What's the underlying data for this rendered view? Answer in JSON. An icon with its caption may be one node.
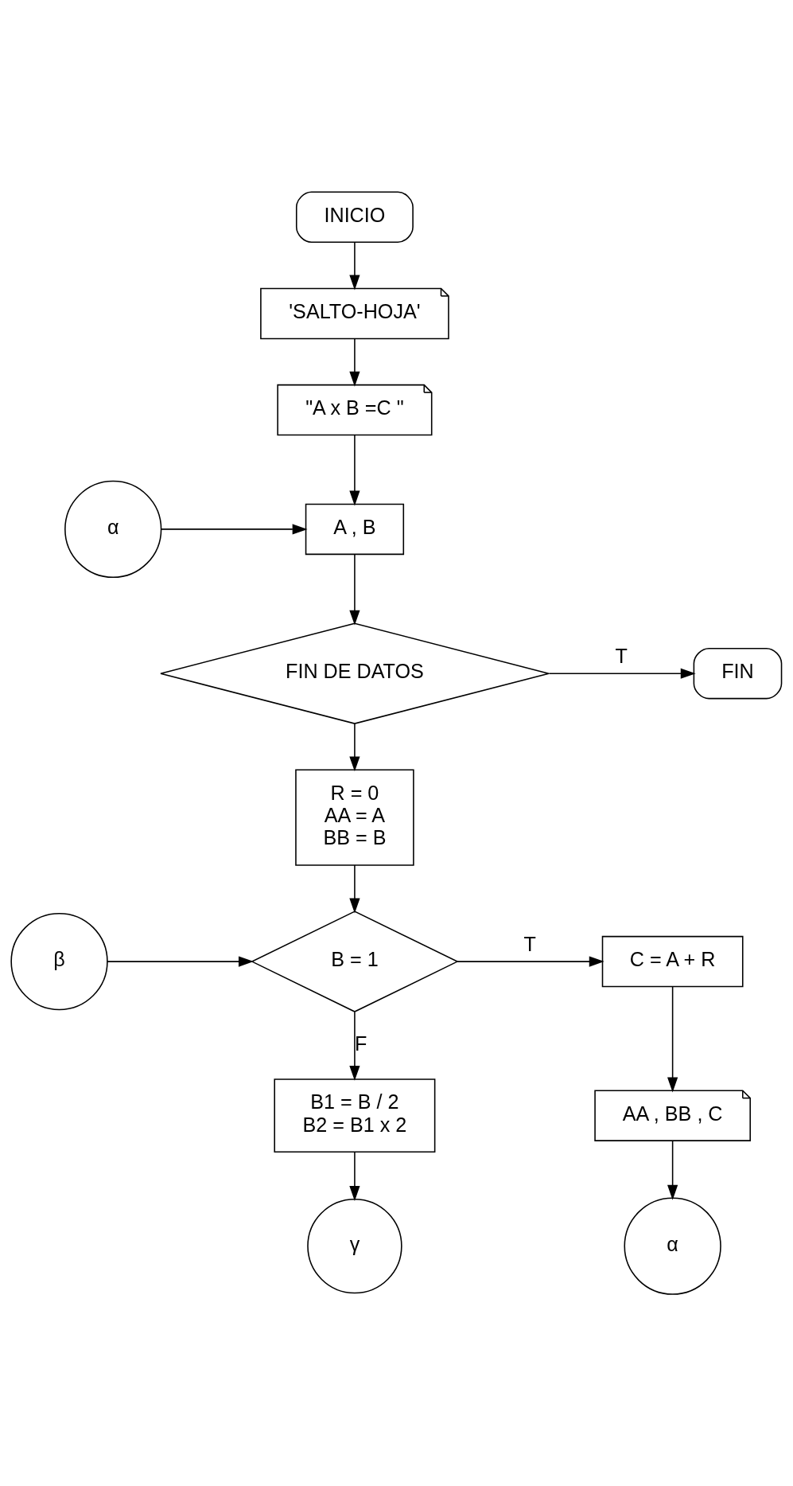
{
  "diagram": {
    "nodes": [
      {
        "text": [
          "INICIO"
        ]
      },
      {
        "text": [
          "'SALTO-HOJA'"
        ]
      },
      {
        "text": [
          "\"A x B =C \""
        ]
      },
      {
        "text": [
          "α"
        ]
      },
      {
        "text": [
          "A , B"
        ]
      },
      {
        "text": [
          "FIN DE DATOS"
        ]
      },
      {
        "text": [
          "FIN"
        ]
      },
      {
        "text": [
          "R = 0",
          "AA = A",
          "BB = B"
        ]
      },
      {
        "text": [
          "β"
        ]
      },
      {
        "text": [
          "B = 1"
        ]
      },
      {
        "text": [
          "C = A + R"
        ]
      },
      {
        "text": [
          "B1 = B / 2",
          "B2 = B1 x 2"
        ]
      },
      {
        "text": [
          "AA , BB , C"
        ]
      },
      {
        "text": [
          "γ"
        ]
      },
      {
        "text": [
          "α"
        ]
      }
    ],
    "edges": [
      {
        "from": 0,
        "to": 1,
        "arrow": "to"
      },
      {
        "from": 1,
        "to": 2,
        "arrow": "to"
      },
      {
        "from": 2,
        "to": 4,
        "arrow": "to"
      },
      {
        "from": 3,
        "to": 4,
        "arrow": "to"
      },
      {
        "from": 4,
        "to": 5,
        "arrow": "to"
      },
      {
        "from": 5,
        "to": 6,
        "arrow": "to",
        "label": "T"
      },
      {
        "from": 5,
        "to": 7,
        "arrow": "to"
      },
      {
        "from": 7,
        "to": 9,
        "arrow": "to"
      },
      {
        "from": 8,
        "to": 9,
        "arrow": "to"
      },
      {
        "from": 9,
        "to": 10,
        "arrow": "to",
        "label": "T"
      },
      {
        "from": 9,
        "to": 11,
        "arrow": "to",
        "label": "F"
      },
      {
        "from": 10,
        "to": 12,
        "arrow": "to"
      },
      {
        "from": 12,
        "to": 14,
        "arrow": "to"
      },
      {
        "from": 11,
        "to": 13,
        "arrow": "to"
      }
    ]
  }
}
